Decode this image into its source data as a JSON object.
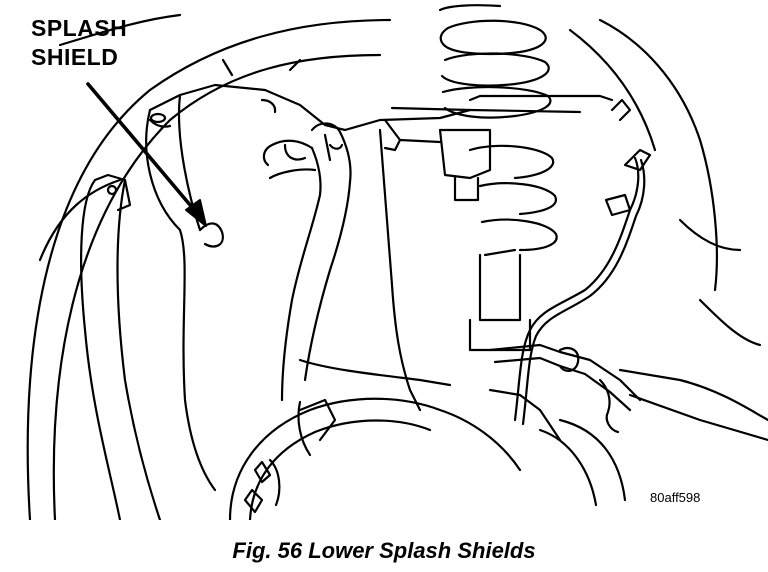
{
  "figure": {
    "callout": {
      "line1": "SPLASH",
      "line2": "SHIELD"
    },
    "code": "80aff598",
    "caption": "Fig. 56 Lower Splash Shields"
  }
}
